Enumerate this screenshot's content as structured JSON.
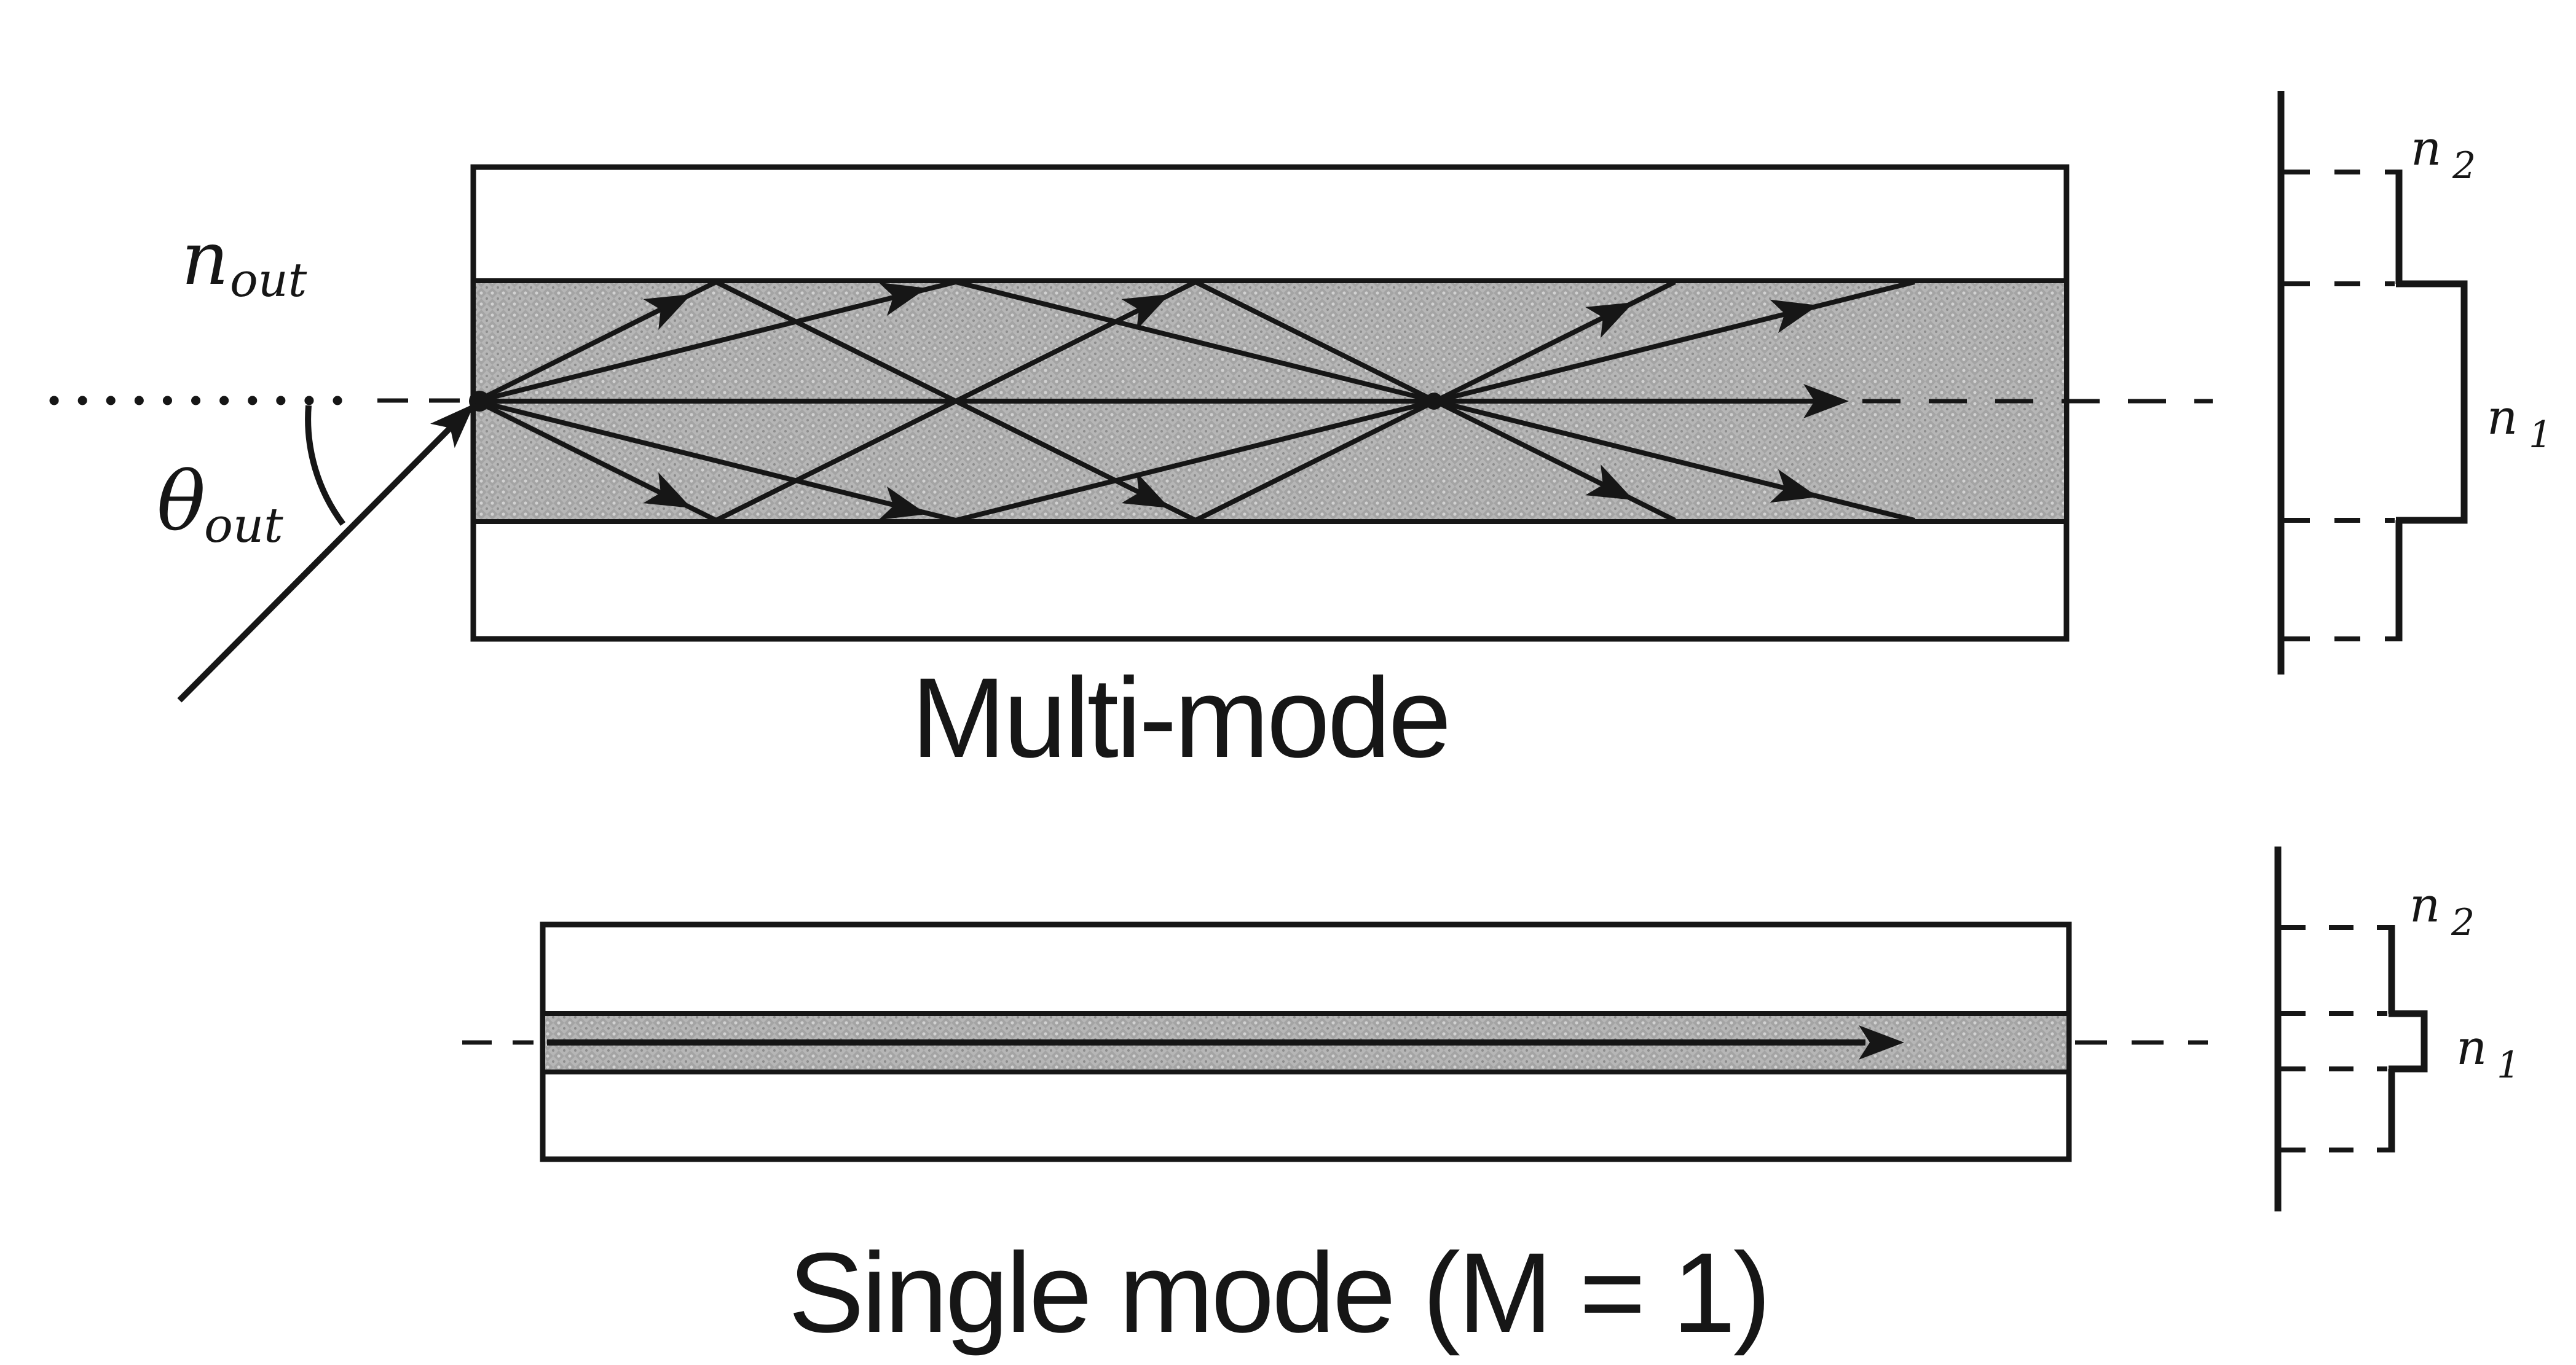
{
  "figure": {
    "colors": {
      "background": "#ffffff",
      "ink": "#161616",
      "core_gray": "#b3b3b3"
    },
    "top": {
      "title": "Multi-mode",
      "outside_index_label": {
        "base": "n",
        "sub": "out"
      },
      "entry_angle_label": {
        "base": "θ",
        "sub": "out"
      },
      "profile": {
        "cladding_label": {
          "base": "n",
          "sub": "2"
        },
        "core_label": {
          "base": "n",
          "sub": "1"
        }
      }
    },
    "bottom": {
      "title": "Single mode (M = 1)",
      "profile": {
        "cladding_label": {
          "base": "n",
          "sub": "2"
        },
        "core_label": {
          "base": "n",
          "sub": "1"
        }
      }
    }
  }
}
